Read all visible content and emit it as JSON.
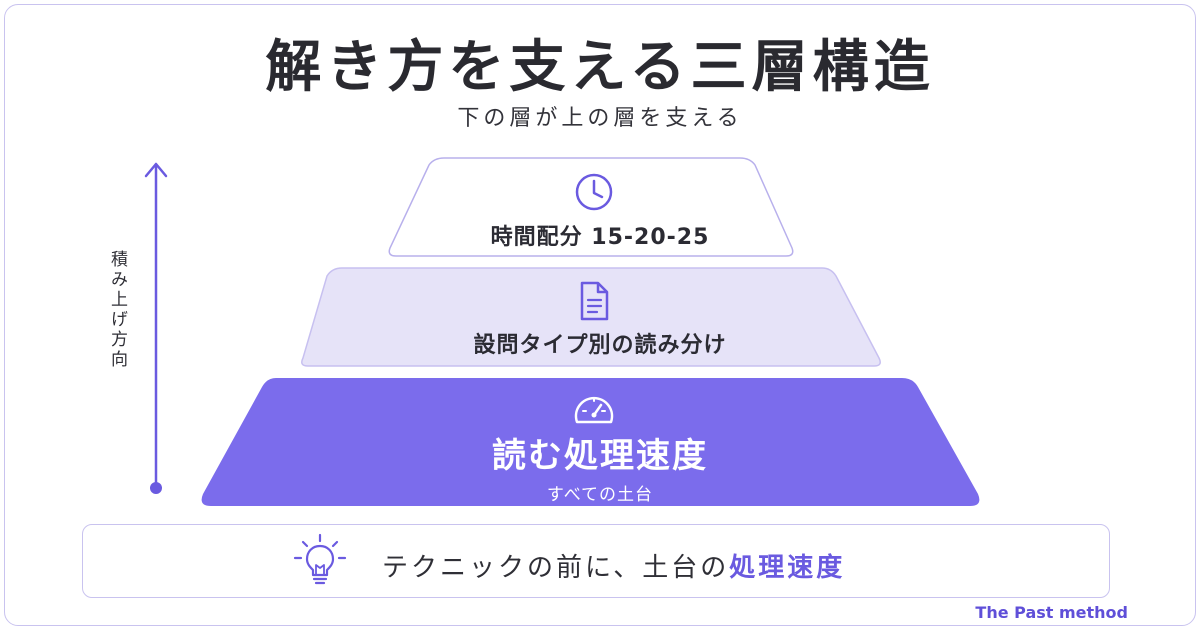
{
  "title": "解き方を支える三層構造",
  "subtitle": "下の層が上の層を支える",
  "axis_label": "積み上げ方向",
  "tiers": [
    {
      "label": "時間配分 15-20-25",
      "icon": "clock-icon"
    },
    {
      "label": "設問タイプ別の読み分け",
      "icon": "document-icon"
    },
    {
      "label": "読む処理速度",
      "sublabel": "すべての土台",
      "icon": "speedometer-icon"
    }
  ],
  "tip": {
    "icon": "lightbulb-icon",
    "text_prefix": "テクニックの前に、土台の",
    "text_highlight": "処理速度"
  },
  "brand": "The Past method",
  "colors": {
    "accent": "#6a5ae0",
    "tier_base_fill": "#7b6cec",
    "tier_mid_fill": "#e6e3f8",
    "tier_top_fill": "#ffffff",
    "border": "#c9c3ef",
    "brand": "#5f4fd8"
  }
}
